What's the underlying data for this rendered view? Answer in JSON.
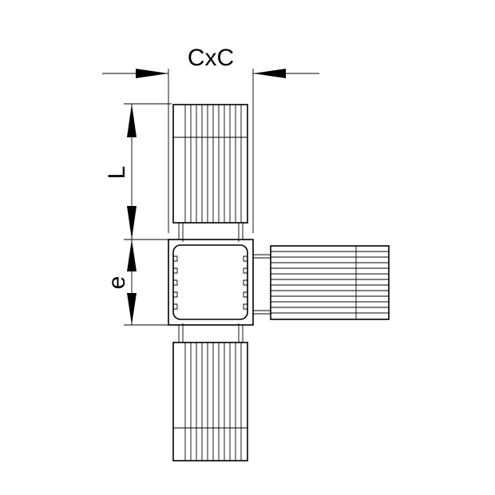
{
  "dimensions": {
    "width_label": "CxC",
    "length_label": "L",
    "offset_label": "e"
  },
  "colors": {
    "line": "#000000",
    "background": "#ffffff"
  }
}
